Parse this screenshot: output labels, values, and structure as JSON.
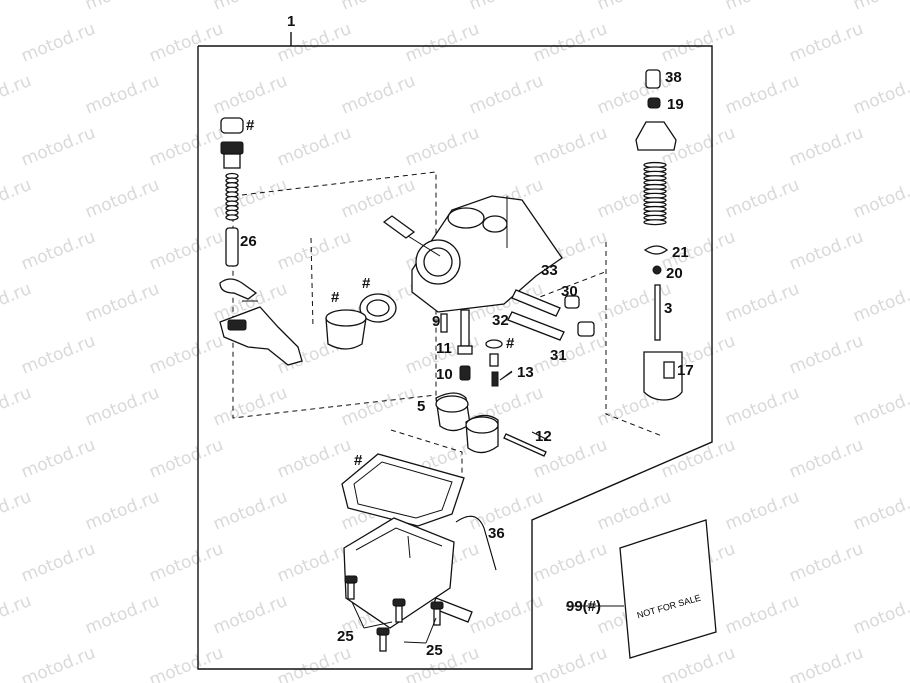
{
  "watermark": "motod.ru",
  "callouts": [
    {
      "id": "kit",
      "label": "1"
    },
    {
      "id": "p38",
      "label": "38"
    },
    {
      "id": "p19",
      "label": "19"
    },
    {
      "id": "hash-top",
      "label": "#"
    },
    {
      "id": "p26",
      "label": "26"
    },
    {
      "id": "p21",
      "label": "21"
    },
    {
      "id": "p20",
      "label": "20"
    },
    {
      "id": "p33",
      "label": "33"
    },
    {
      "id": "p30",
      "label": "30"
    },
    {
      "id": "p3",
      "label": "3"
    },
    {
      "id": "hash-ring-l",
      "label": "#"
    },
    {
      "id": "hash-ring-r",
      "label": "#"
    },
    {
      "id": "p9",
      "label": "9"
    },
    {
      "id": "p32",
      "label": "32"
    },
    {
      "id": "p11",
      "label": "11"
    },
    {
      "id": "hash-oring",
      "label": "#"
    },
    {
      "id": "p31",
      "label": "31"
    },
    {
      "id": "p17",
      "label": "17"
    },
    {
      "id": "p10",
      "label": "10"
    },
    {
      "id": "p13",
      "label": "13"
    },
    {
      "id": "p5",
      "label": "5"
    },
    {
      "id": "p12",
      "label": "12"
    },
    {
      "id": "hash-gasket",
      "label": "#"
    },
    {
      "id": "p36",
      "label": "36"
    },
    {
      "id": "p99",
      "label": "99(#)"
    },
    {
      "id": "p25a",
      "label": "25"
    },
    {
      "id": "p25b",
      "label": "25"
    }
  ],
  "bag_label": "NOT FOR SALE",
  "colors": {
    "line": "#111111",
    "watermark": "#d9d9d9",
    "background": "#ffffff"
  }
}
